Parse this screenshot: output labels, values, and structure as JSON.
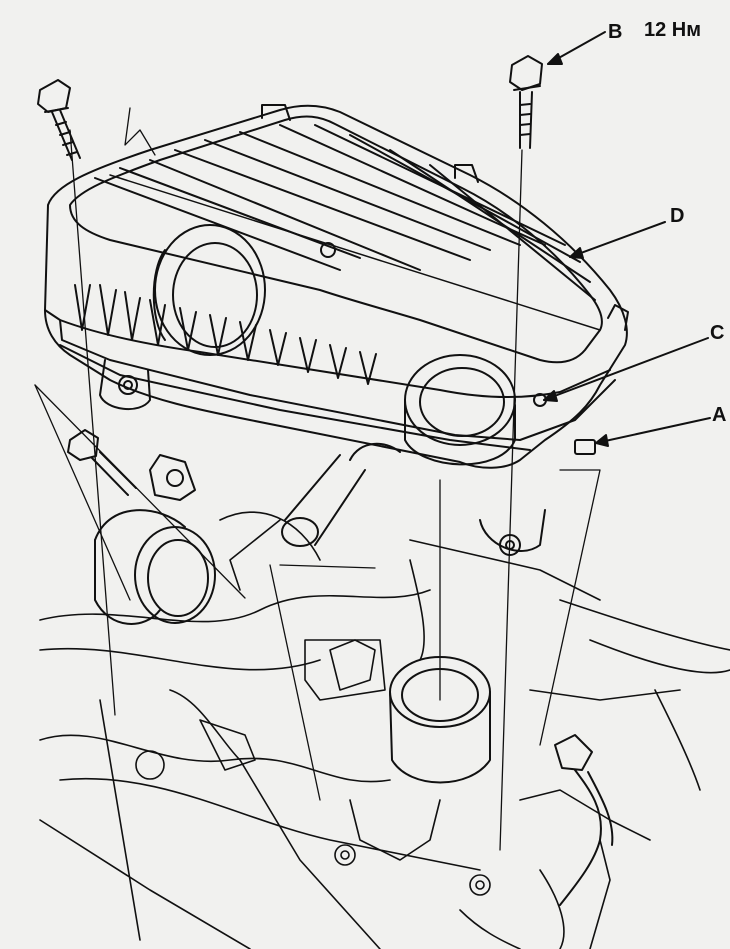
{
  "callouts": {
    "a": "A",
    "b": "B",
    "c": "C",
    "d": "D"
  },
  "torque": "12 Нм",
  "colors": {
    "ink": "#111111",
    "paper": "#f1f1ef"
  }
}
